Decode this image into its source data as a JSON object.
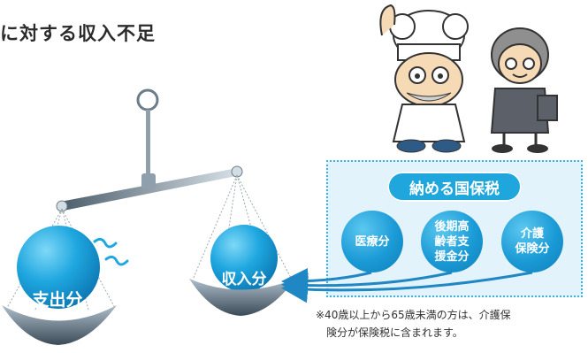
{
  "title": "に対する収入不足",
  "scale": {
    "expense_label": "支出分",
    "income_label": "収入分"
  },
  "tax_panel": {
    "title": "納める国保税",
    "items": [
      {
        "label": "医療分"
      },
      {
        "label": "後期高\n齢者支\n援金分"
      },
      {
        "label": "介護\n保険分"
      }
    ]
  },
  "footnote": "※40歳以上から65歳未満の方は、介護保\n　険分が保険税に含まれます。",
  "colors": {
    "accent_blue": "#1ea6dd",
    "panel_bg": "#e3f3fb",
    "panel_border": "#3fb0e0",
    "pan_shadow": "#3b4a57"
  },
  "icons": [
    "chef-character",
    "woman-character",
    "worry-squiggle",
    "arrow-left"
  ]
}
